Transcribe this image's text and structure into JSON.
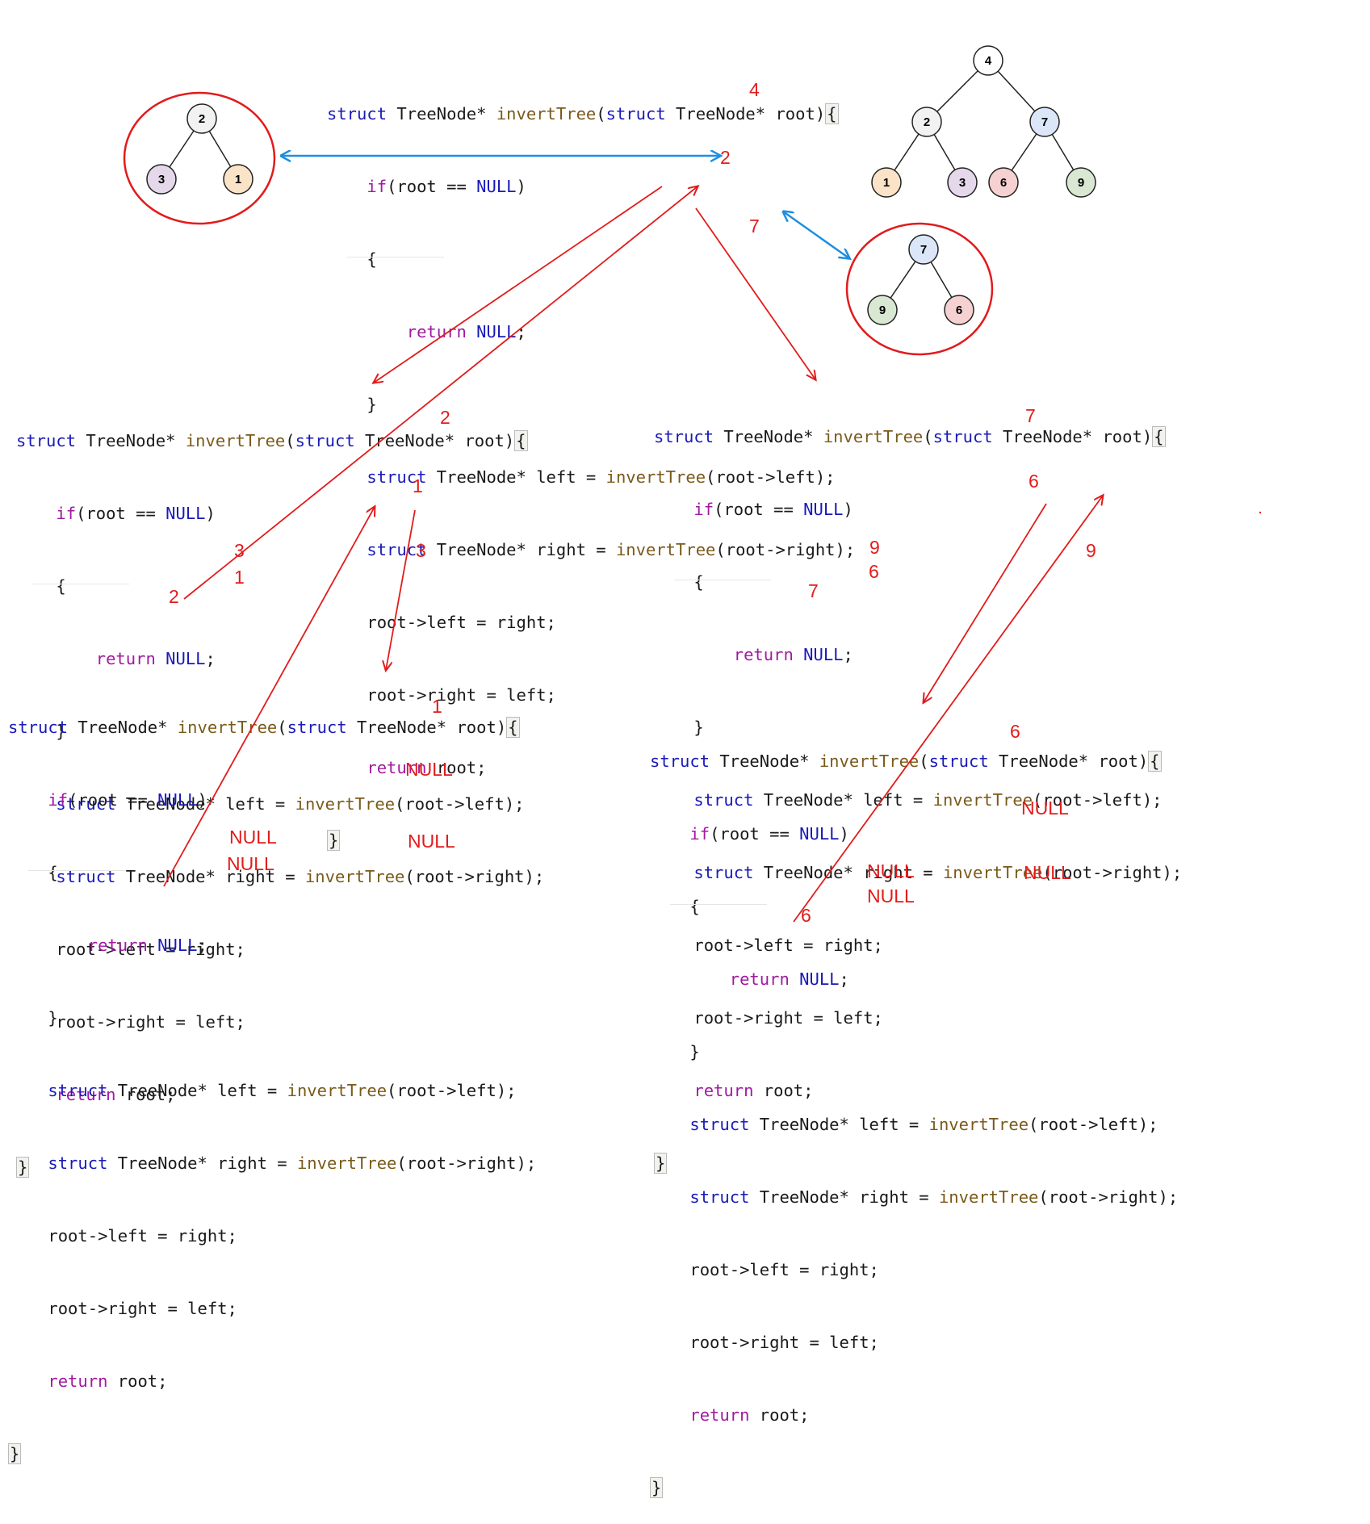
{
  "code": {
    "kw_struct": "struct",
    "type_name": "TreeNode",
    "fn_name": "invertTree",
    "param": "root",
    "kw_if": "if",
    "cond_var": "root",
    "op_eq": "==",
    "null_kw": "NULL",
    "kw_return": "return",
    "var_left": "left",
    "var_right": "right",
    "arg_left": "root->left",
    "arg_right": "root->right",
    "assign_left_target": "root->left",
    "assign_right_target": "root->right",
    "return_value": "root"
  },
  "annotations": {
    "main_val": "4",
    "main_left_ret": "2",
    "main_right_ret": "7",
    "left_val": "2",
    "left_left_ret": "1",
    "left_right_ret": "3",
    "left_assign_left": "3",
    "left_assign_right": "1",
    "left_return": "2",
    "right_val": "7",
    "right_left_ret": "6",
    "right_right_ret": "9",
    "right_assign_left": "9",
    "right_assign_right": "6",
    "right_return": "7",
    "bl_val": "1",
    "bl_left_ret": "NULL",
    "bl_right_ret": "NULL",
    "bl_assign_left": "NULL",
    "bl_assign_right": "NULL",
    "br_val": "6",
    "br_left_ret": "NULL",
    "br_right_ret": "NULL",
    "br_assign_left": "NULL",
    "br_assign_right": "NULL",
    "br_return": "6"
  },
  "trees": {
    "main": {
      "root": "4",
      "l": "2",
      "r": "7",
      "ll": "1",
      "lr": "3",
      "rl": "6",
      "rr": "9"
    },
    "left_result": {
      "root": "2",
      "l": "3",
      "r": "1"
    },
    "right_result": {
      "root": "7",
      "l": "9",
      "r": "6"
    }
  },
  "colors": {
    "node_4": "#ffffff",
    "node_2": "#f2f2f2",
    "node_7": "#dbe6f8",
    "node_1": "#fbe3c8",
    "node_3": "#e4d8ea",
    "node_6": "#f6d1d1",
    "node_9": "#d8e8d2",
    "annotation_red": "#e21b1b",
    "arrow_blue": "#1e8fe0"
  }
}
